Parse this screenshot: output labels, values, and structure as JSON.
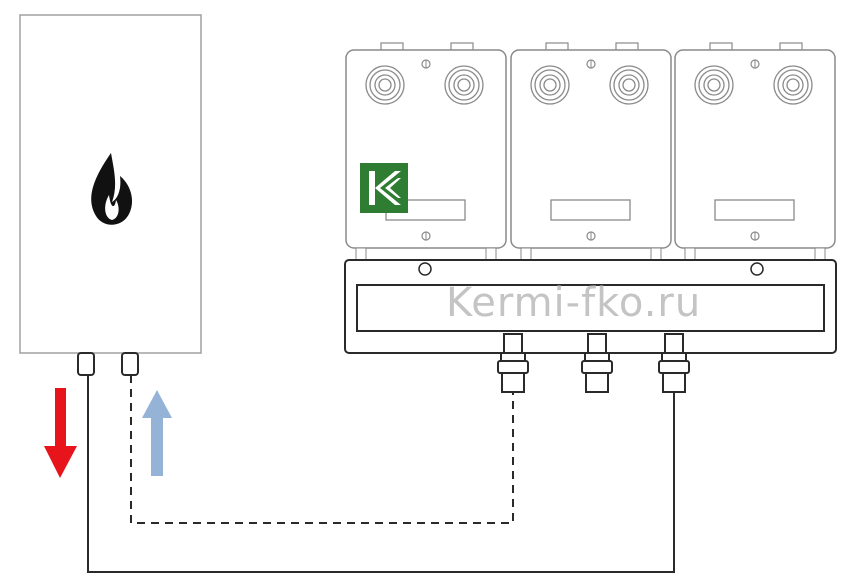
{
  "diagram": {
    "boiler": {
      "icon": "flame-icon"
    },
    "pump_modules": [
      {
        "name": "pump-module-1",
        "logo": "kermi-k-logo"
      },
      {
        "name": "pump-module-2"
      },
      {
        "name": "pump-module-3"
      }
    ],
    "arrows": {
      "supply": {
        "icon": "arrow-down-icon",
        "color": "#e8141b"
      },
      "return": {
        "icon": "arrow-up-icon",
        "color": "#95b3d7"
      }
    },
    "colors": {
      "line": "#2a2a2a",
      "module_outline": "#8a8a8a",
      "boiler_outline": "#a0a0a0",
      "logo_bg": "#2f7d32"
    }
  },
  "watermark": "Kermi-fko.ru"
}
